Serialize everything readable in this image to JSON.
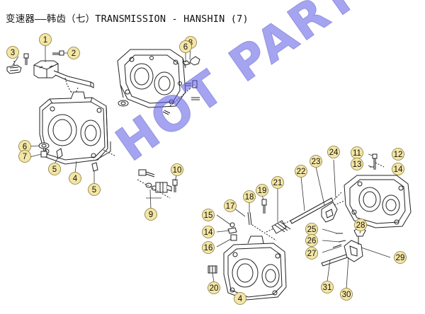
{
  "header": {
    "title": "变速器——韩齿（七）TRANSMISSION - HANSHIN (7)"
  },
  "watermark": {
    "text": "HOT PARTS",
    "color": "#5a5ae6"
  },
  "callout_style": {
    "fill": "#f3e6a6",
    "stroke": "#8a7a38"
  },
  "callouts": [
    "1",
    "3",
    "2",
    "8",
    "6",
    "6",
    "7",
    "5",
    "4",
    "5",
    "10",
    "9",
    "11",
    "12",
    "13",
    "14",
    "24",
    "23",
    "22",
    "21",
    "19",
    "18",
    "17",
    "15",
    "14",
    "16",
    "25",
    "26",
    "27",
    "28",
    "29",
    "20",
    "4",
    "31",
    "30"
  ]
}
